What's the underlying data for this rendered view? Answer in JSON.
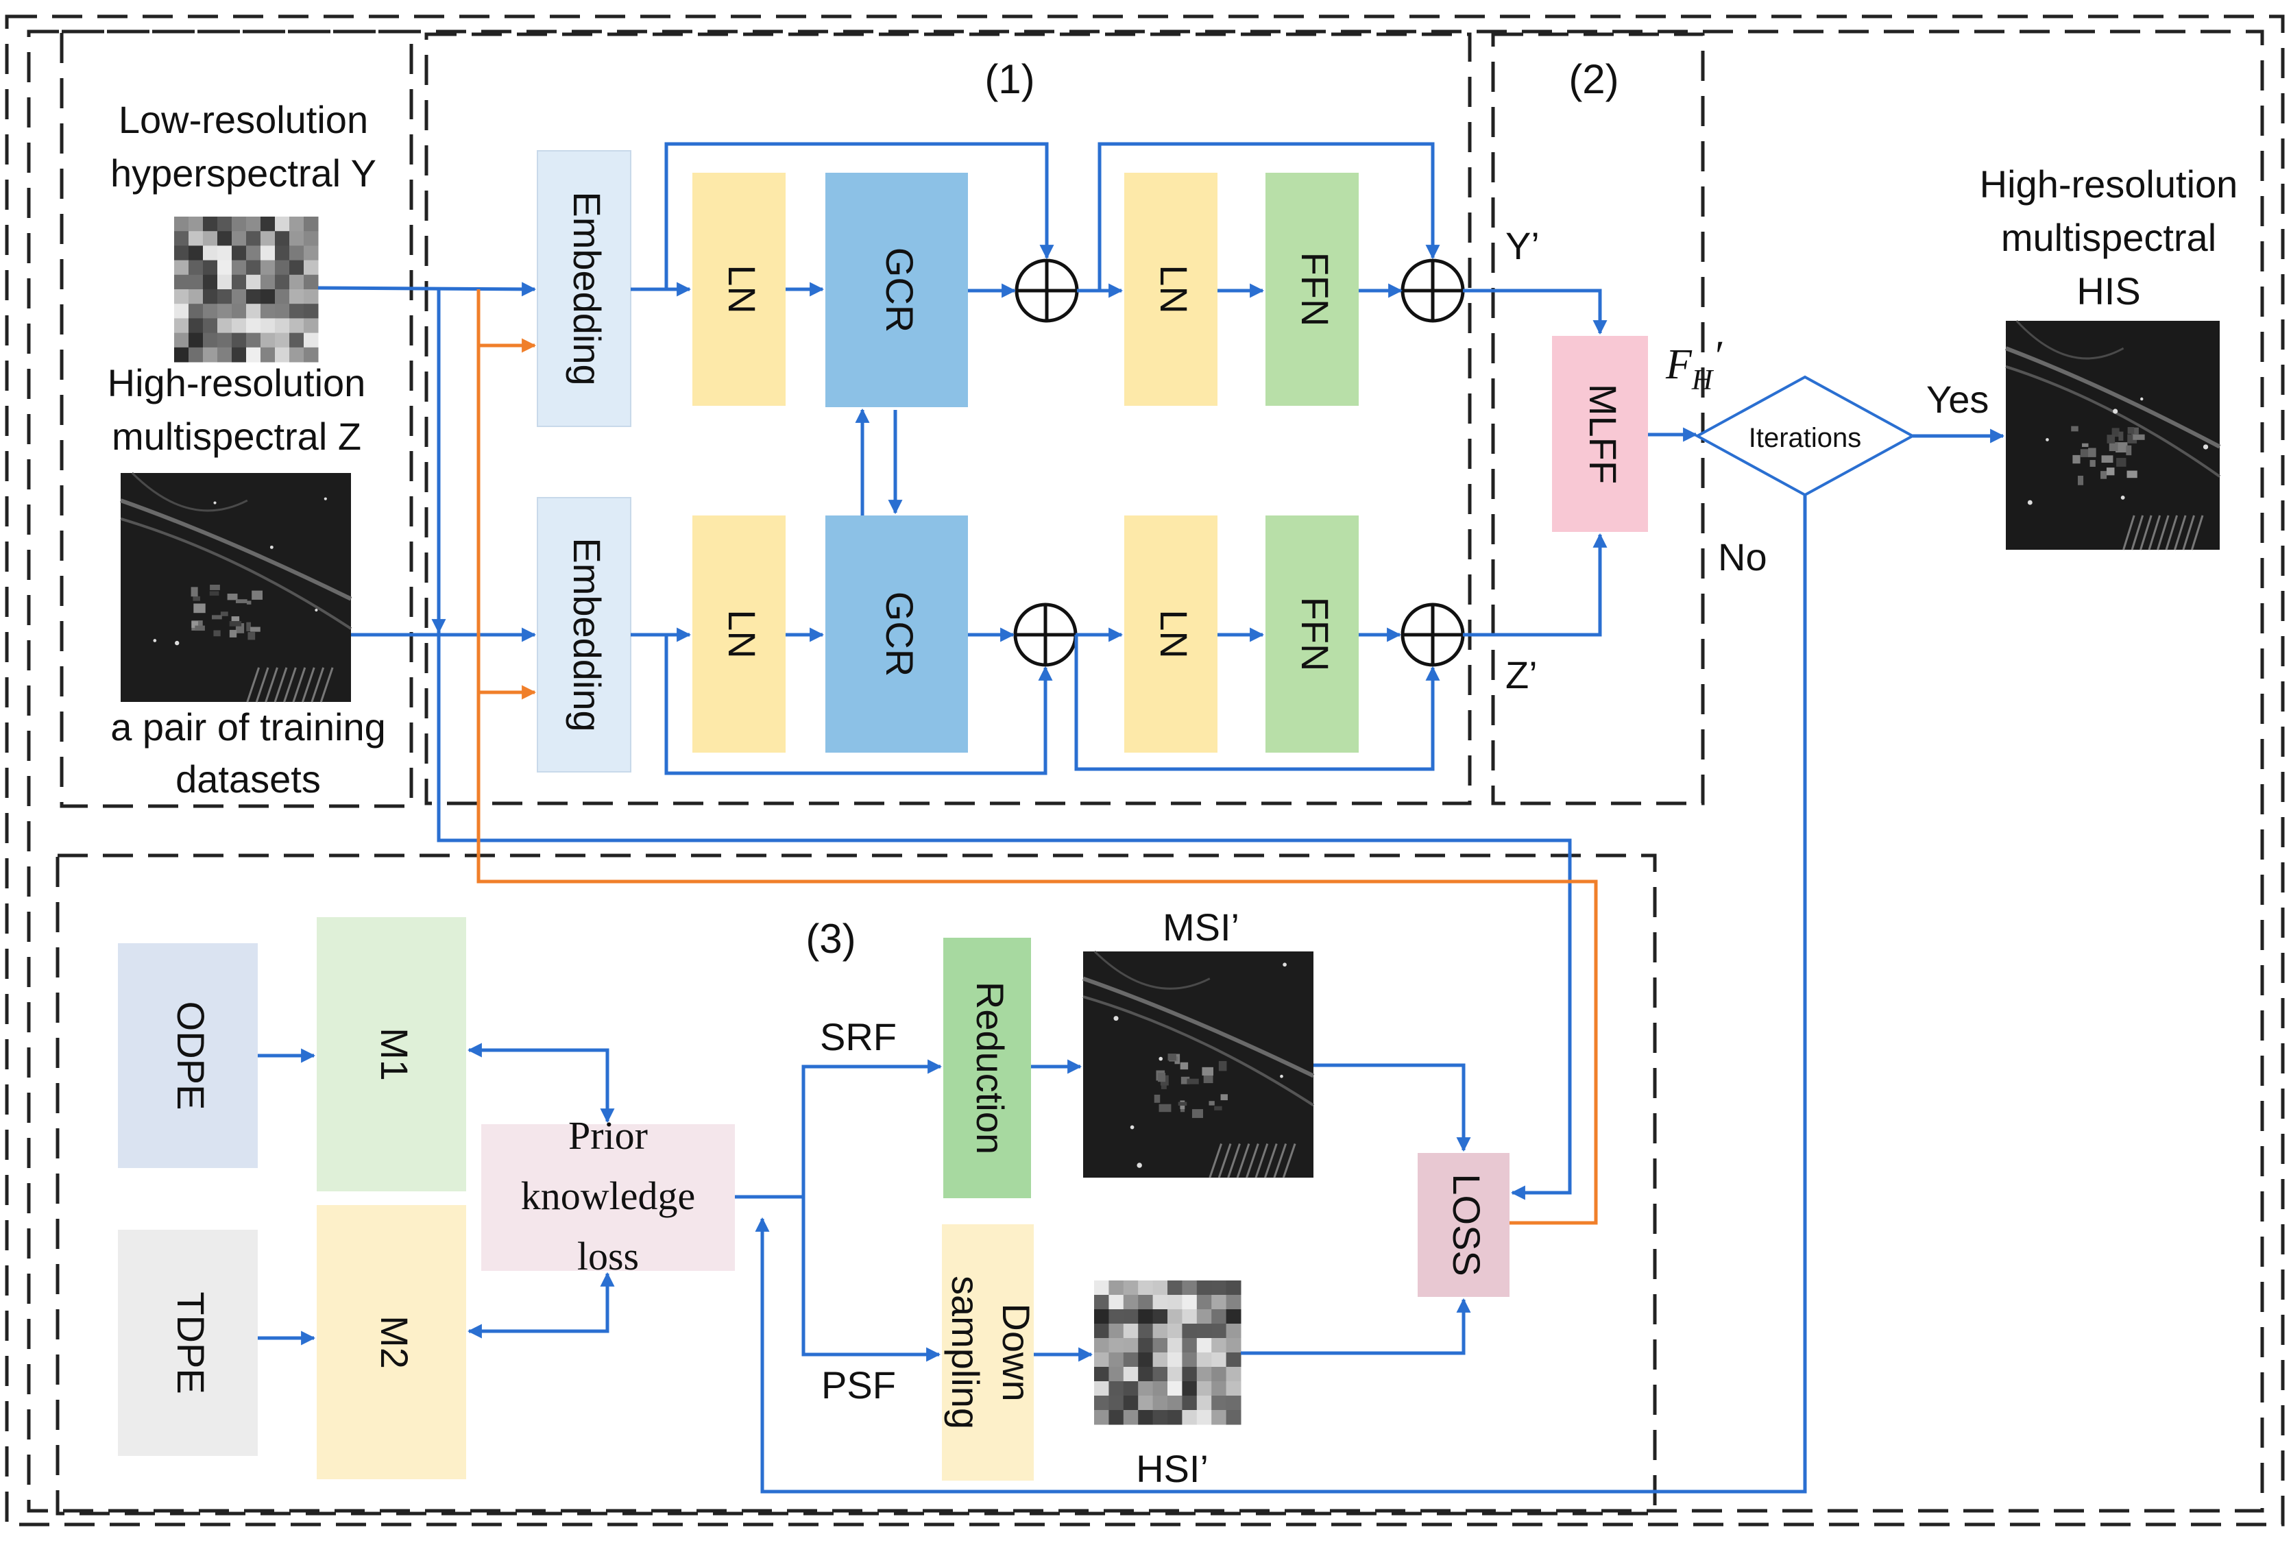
{
  "panels": {
    "panel1": "(1)",
    "panel2": "(2)",
    "panel3": "(3)"
  },
  "inputs": {
    "lr_line1": "Low-resolution",
    "lr_line2": "hyperspectral",
    "lr_symbol": "Y",
    "hr_line1": "High-resolution",
    "hr_line2": "multispectral",
    "hr_symbol": "Z",
    "pair_line1": "a pair of training",
    "pair_line2": "datasets"
  },
  "blocks": {
    "embedding": "Embedding",
    "ln": "LN",
    "gcr": "GCR",
    "ffn": "FFN",
    "mlff": "MLFF",
    "iterations": "Iterations",
    "odpe": "ODPE",
    "tdpe": "TDPE",
    "m1": "M1",
    "m2": "M2",
    "prior_line1": "Prior",
    "prior_line2": "knowledge",
    "prior_line3": "loss",
    "reduction": "Reduction",
    "down_line1": "Down",
    "down_line2": "sampling",
    "loss": "LOSS"
  },
  "labels": {
    "y_prime": "Y’",
    "z_prime": "Z’",
    "fh_main": "F",
    "fh_sub": "H",
    "fh_prime": "′",
    "yes": "Yes",
    "no": "No",
    "srf": "SRF",
    "psf": "PSF",
    "msi_prime": "MSI’",
    "hsi_prime": "HSI’",
    "out_line1": "High-resolution",
    "out_line2": "multispectral",
    "out_line3": "HIS"
  },
  "colors": {
    "blue_arrow": "#2a6fd1",
    "orange_arrow": "#f07f2a",
    "embedding": "#deebf7",
    "ln": "#fde9a9",
    "gcr": "#8cc1e6",
    "ffn": "#b8dfa8",
    "mlff": "#f8c8d4",
    "odpe": "#dae3f1",
    "tdpe": "#ececec",
    "m1": "#dff0d8",
    "m2": "#fdf0c9",
    "prior": "#f4e6eb",
    "reduction": "#a7d9a0",
    "downsampling": "#fdf0c9",
    "loss": "#e8c8d2"
  }
}
